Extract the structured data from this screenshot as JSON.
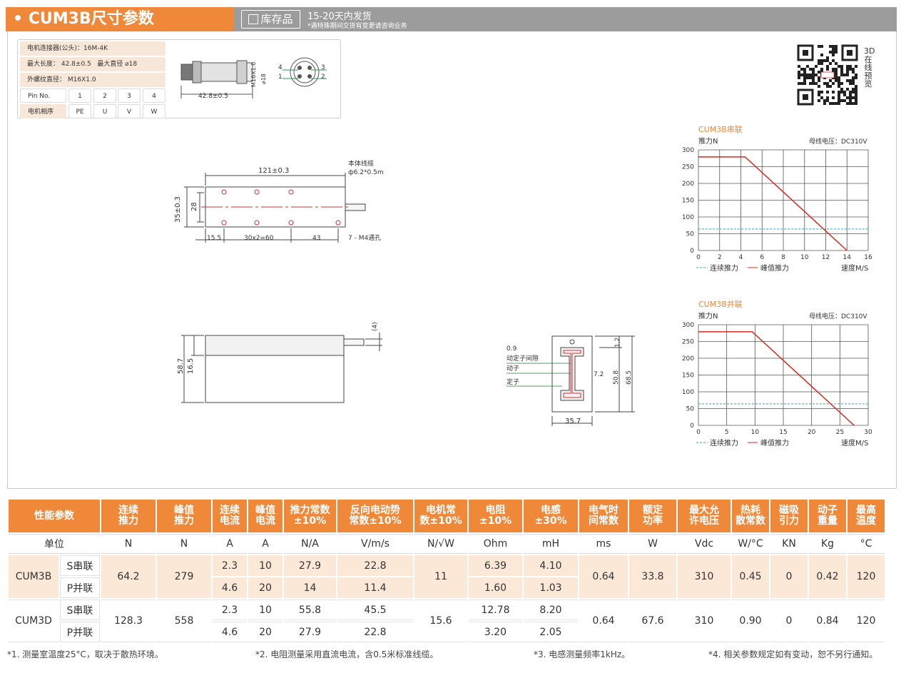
{
  "header": {
    "title": "• CUM3B尺寸参数",
    "stock": "库存品",
    "ship_main": "15-20天内发货",
    "ship_sub": "*遇特殊期间交货有变更请咨询业务"
  },
  "connector": {
    "row1": "电机连接器(公头)：16M-4K",
    "row2_a": "最大长度：  42.8±0.5",
    "row2_b": "最大直径 ⌀18",
    "row3": "外螺纹直径：  M16X1.0",
    "pin_label": "Pin No.",
    "pins": [
      "1",
      "2",
      "3",
      "4"
    ],
    "phase_label": "电机相序",
    "phases": [
      "PE",
      "U",
      "V",
      "W"
    ],
    "dim_len": "42.8±0.5",
    "dim_thread": "M16X1.0",
    "dim_dia": "⌀18",
    "pin_nums": [
      "4",
      "3",
      "1",
      "2"
    ]
  },
  "qr": {
    "label": "3D在线预览"
  },
  "drawing_top": {
    "length": "121±0.3",
    "cable_label": "本体线缆",
    "cable_spec": "ф6.2*0.5m",
    "height": "35±0.3",
    "inner": "28",
    "d1": "15.5",
    "d2": "30x2=60",
    "d3": "43",
    "holes": "7 - M4通孔"
  },
  "drawing_side": {
    "h1": "58.7",
    "h2": "16.5",
    "gap": "(4)"
  },
  "drawing_cross": {
    "gap_val": "0.9",
    "gap_label": "动定子间隙",
    "mover": "动子",
    "stator": "定子",
    "w": "35.7",
    "d1": "1.2",
    "d2": "7.2",
    "d3": "50.8",
    "d4": "68.5"
  },
  "chart_data": [
    {
      "type": "line",
      "title": "CUM3B串联",
      "ylabel": "推力N",
      "note": "母线电压：DC310V",
      "xlabel": "速度M/S",
      "xlim": [
        0,
        16
      ],
      "ylim": [
        0,
        300
      ],
      "xticks": [
        0,
        2,
        4,
        6,
        8,
        10,
        12,
        14,
        16
      ],
      "yticks": [
        0,
        50,
        100,
        150,
        200,
        250,
        300
      ],
      "grid": true,
      "legend": "bottom",
      "series": [
        {
          "name": "连续推力",
          "style": "dashed",
          "color": "#2aa7d6",
          "x": [
            0,
            16
          ],
          "y": [
            64.2,
            64.2
          ]
        },
        {
          "name": "峰值推力",
          "style": "solid",
          "color": "#d9261c",
          "x": [
            0,
            4.4,
            14
          ],
          "y": [
            279,
            279,
            0
          ]
        }
      ]
    },
    {
      "type": "line",
      "title": "CUM3B并联",
      "ylabel": "推力N",
      "note": "母线电压：DC310V",
      "xlabel": "速度M/S",
      "xlim": [
        0,
        30
      ],
      "ylim": [
        0,
        300
      ],
      "xticks": [
        0,
        5,
        10,
        15,
        20,
        25,
        30
      ],
      "yticks": [
        0,
        50,
        100,
        150,
        200,
        250,
        300
      ],
      "grid": true,
      "legend": "bottom",
      "series": [
        {
          "name": "连续推力",
          "style": "dashed",
          "color": "#2aa7d6",
          "x": [
            0,
            30
          ],
          "y": [
            64.2,
            64.2
          ]
        },
        {
          "name": "峰值推力",
          "style": "solid",
          "color": "#d9261c",
          "x": [
            0,
            9.5,
            27.5
          ],
          "y": [
            279,
            279,
            0
          ]
        }
      ]
    }
  ],
  "table": {
    "headers": [
      [
        "性能参数"
      ],
      [
        "连续",
        "推力"
      ],
      [
        "峰值",
        "推力"
      ],
      [
        "连续",
        "电流"
      ],
      [
        "峰值",
        "电流"
      ],
      [
        "推力常数",
        "±10%"
      ],
      [
        "反向电动势",
        "常数±10%"
      ],
      [
        "电机常",
        "数±10%"
      ],
      [
        "电阻",
        "±10%"
      ],
      [
        "电感",
        "±30%"
      ],
      [
        "电气时",
        "间常数"
      ],
      [
        "额定",
        "功率"
      ],
      [
        "最大允",
        "许电压"
      ],
      [
        "热耗",
        "散常数"
      ],
      [
        "磁吸",
        "引力"
      ],
      [
        "动子",
        "重量"
      ],
      [
        "最高",
        "温度"
      ]
    ],
    "units": [
      "单位",
      "N",
      "N",
      "A",
      "A",
      "N/A",
      "V/m/s",
      "N/√W",
      "Ohm",
      "mH",
      "ms",
      "W",
      "Vdc",
      "W/°C",
      "KN",
      "Kg",
      "°C"
    ],
    "models": [
      {
        "name": "CUM3B",
        "s_label": "S串联",
        "p_label": "P并联",
        "cont_force": "64.2",
        "peak_force": "279",
        "s": {
          "cont_i": "2.3",
          "peak_i": "10",
          "kf": "27.9",
          "ke": "22.8",
          "r": "6.39",
          "l": "4.10"
        },
        "p": {
          "cont_i": "4.6",
          "peak_i": "20",
          "kf": "14",
          "ke": "11.4",
          "r": "1.60",
          "l": "1.03"
        },
        "km": "11",
        "te": "0.64",
        "power": "33.8",
        "vmax": "310",
        "rth": "0.45",
        "attr": "0",
        "mass": "0.42",
        "tmax": "120"
      },
      {
        "name": "CUM3D",
        "s_label": "S串联",
        "p_label": "P并联",
        "cont_force": "128.3",
        "peak_force": "558",
        "s": {
          "cont_i": "2.3",
          "peak_i": "10",
          "kf": "55.8",
          "ke": "45.5",
          "r": "12.78",
          "l": "8.20"
        },
        "p": {
          "cont_i": "4.6",
          "peak_i": "20",
          "kf": "27.9",
          "ke": "22.8",
          "r": "3.20",
          "l": "2.05"
        },
        "km": "15.6",
        "te": "0.64",
        "power": "67.6",
        "vmax": "310",
        "rth": "0.90",
        "attr": "0",
        "mass": "0.84",
        "tmax": "120"
      }
    ]
  },
  "notes": [
    "*1. 测量室温度25°C，取决于散热环境。",
    "*2. 电阻测量采用直流电流，含0.5米标准线缆。",
    "*3. 电感测量频率1kHz。",
    "*4. 相关参数规定如有变动，恕不另行通知。"
  ],
  "colors": {
    "accent": "#f0883a",
    "bar": "#9c9c9c",
    "tint": "#fbe8d6",
    "peak": "#d9261c",
    "cont": "#2aa7d6"
  }
}
